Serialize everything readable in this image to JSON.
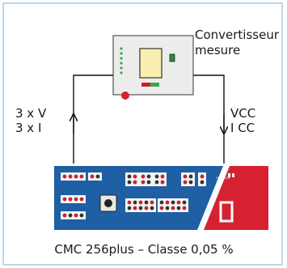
{
  "converter": {
    "label_line1": "Convertisseur",
    "label_line2": "mesure"
  },
  "left_arrow": {
    "line1": "3 x V",
    "line2": "3 x I"
  },
  "right_arrow": {
    "line1": "VCC",
    "line2": "I CC"
  },
  "caption": "CMC 256plus – Classe 0,05 %",
  "colors": {
    "frame_border": "#b8d7ea",
    "device_panel": "#1f5fa3",
    "device_accent": "#d62230",
    "socket_red": "#c8232c",
    "led_green": "#3aa84a",
    "display_yellow": "#f9efb0",
    "converter_box": "#ececec"
  }
}
